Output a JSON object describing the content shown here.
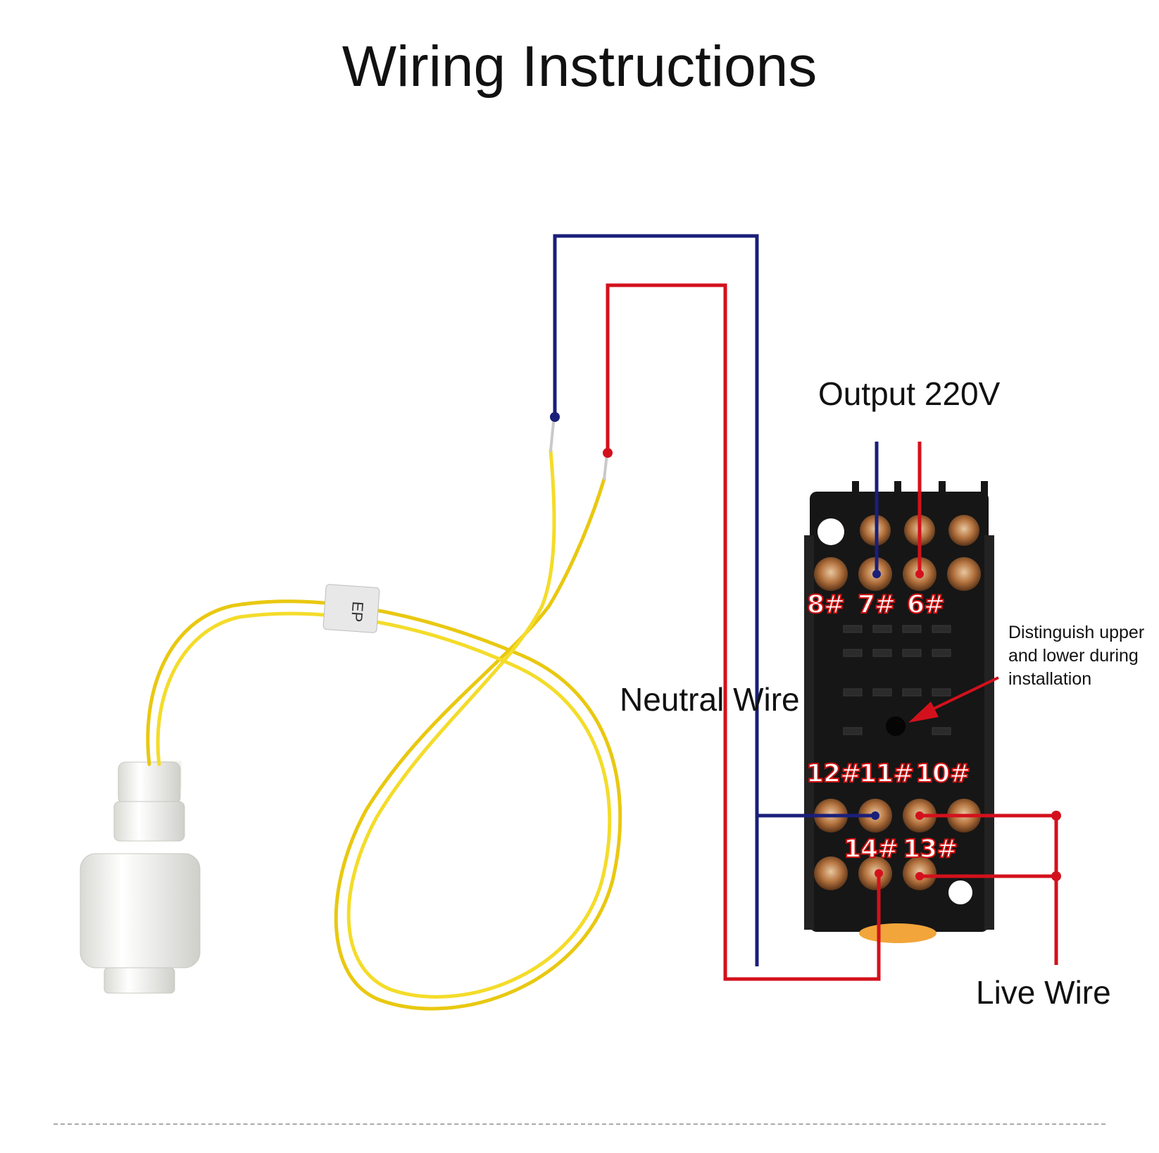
{
  "title": "Wiring Instructions",
  "labels": {
    "output": "Output 220V",
    "neutral": "Neutral Wire",
    "live": "Live Wire",
    "install_note": [
      "Distinguish upper",
      "and lower during",
      "installation"
    ]
  },
  "float_switch": {
    "tag_text": "EP"
  },
  "terminals": {
    "upper": [
      "8#",
      "7#",
      "6#"
    ],
    "middle": [
      "12#",
      "11#",
      "10#"
    ],
    "lower": [
      "14#",
      "13#"
    ]
  },
  "colors": {
    "neutral": "#1a1f7a",
    "live": "#d3111c",
    "sensor_wire": "#f0d21a",
    "relay_base": "#151515",
    "terminal_label": "#d01010"
  }
}
